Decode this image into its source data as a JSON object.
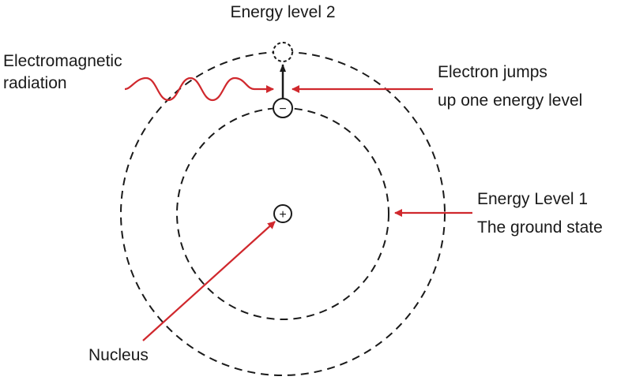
{
  "labels": {
    "energy_level_2": "Energy level 2",
    "em_radiation_line1": "Electromagnetic",
    "em_radiation_line2": "radiation",
    "electron_jump_line1": "Electron jumps",
    "electron_jump_line2": "up one energy level",
    "energy_level_1_line1": "Energy Level 1",
    "energy_level_1_line2": "The ground state",
    "nucleus": "Nucleus"
  },
  "symbols": {
    "nucleus_charge": "+",
    "electron_charge": "−"
  },
  "colors": {
    "arrow": "#d0282d",
    "outline": "#1a1a1a",
    "background": "#ffffff"
  },
  "icons": {
    "nucleus": "nucleus-icon",
    "electron": "electron-icon",
    "electron_excited_position": "electron-excited-position-icon"
  }
}
